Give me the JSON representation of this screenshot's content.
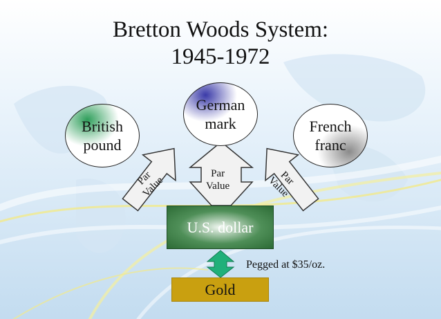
{
  "title": {
    "line1": "Bretton Woods System:",
    "line2": "1945-1972"
  },
  "currencies": {
    "british": {
      "line1": "British",
      "line2": "pound",
      "color": "#2e9e5a"
    },
    "german": {
      "line1": "German",
      "line2": "mark",
      "color": "#3a3aa8"
    },
    "french": {
      "line1": "French",
      "line2": "franc",
      "color": "#8a8a8a"
    }
  },
  "arrows": {
    "left": {
      "line1": "Par",
      "line2": "Value"
    },
    "middle": {
      "line1": "Par",
      "line2": "Value"
    },
    "right": {
      "line1": "Par",
      "line2": "Value"
    }
  },
  "dollar": {
    "label": "U.S. dollar"
  },
  "gold": {
    "label": "Gold",
    "peg_label": "Pegged at $35/oz.",
    "link_color": "#20b07a"
  }
}
